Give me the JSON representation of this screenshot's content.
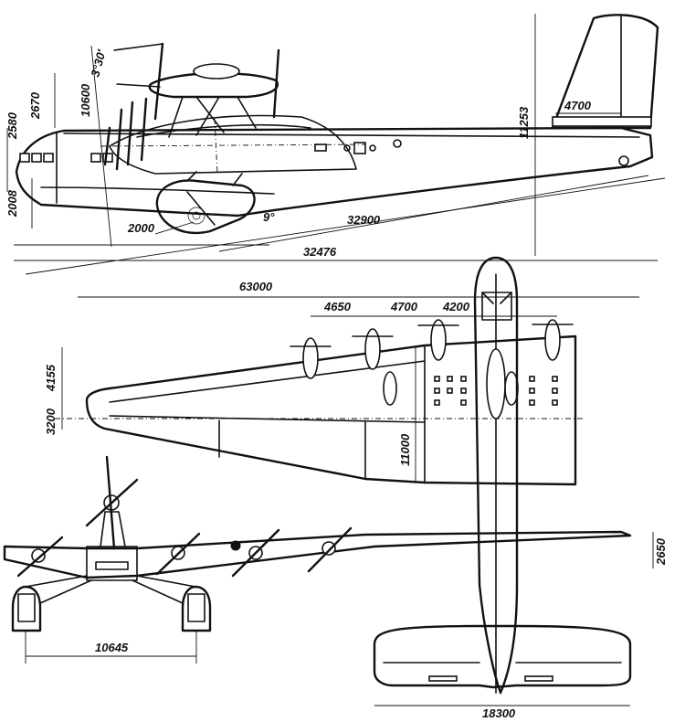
{
  "drawing": {
    "side_view": {
      "angle_label": "3°30′",
      "dim_2580": "2580",
      "dim_2670": "2670",
      "dim_10600": "10600",
      "dim_11253": "11253",
      "dim_4700_tail": "4700",
      "dim_2008": "2008",
      "dim_2000": "2000",
      "angle_9": "9°",
      "dim_32900": "32900",
      "dim_32476": "32476"
    },
    "plan_view": {
      "span_63000": "63000",
      "engine_4650": "4650",
      "engine_4700": "4700",
      "engine_4200": "4200",
      "chord_4155": "4155",
      "tip_3200": "3200",
      "center_11000": "11000",
      "dihedral_2650": "2650",
      "tail_span_18300": "18300"
    },
    "front_view": {
      "float_track_10645": "10645"
    }
  }
}
